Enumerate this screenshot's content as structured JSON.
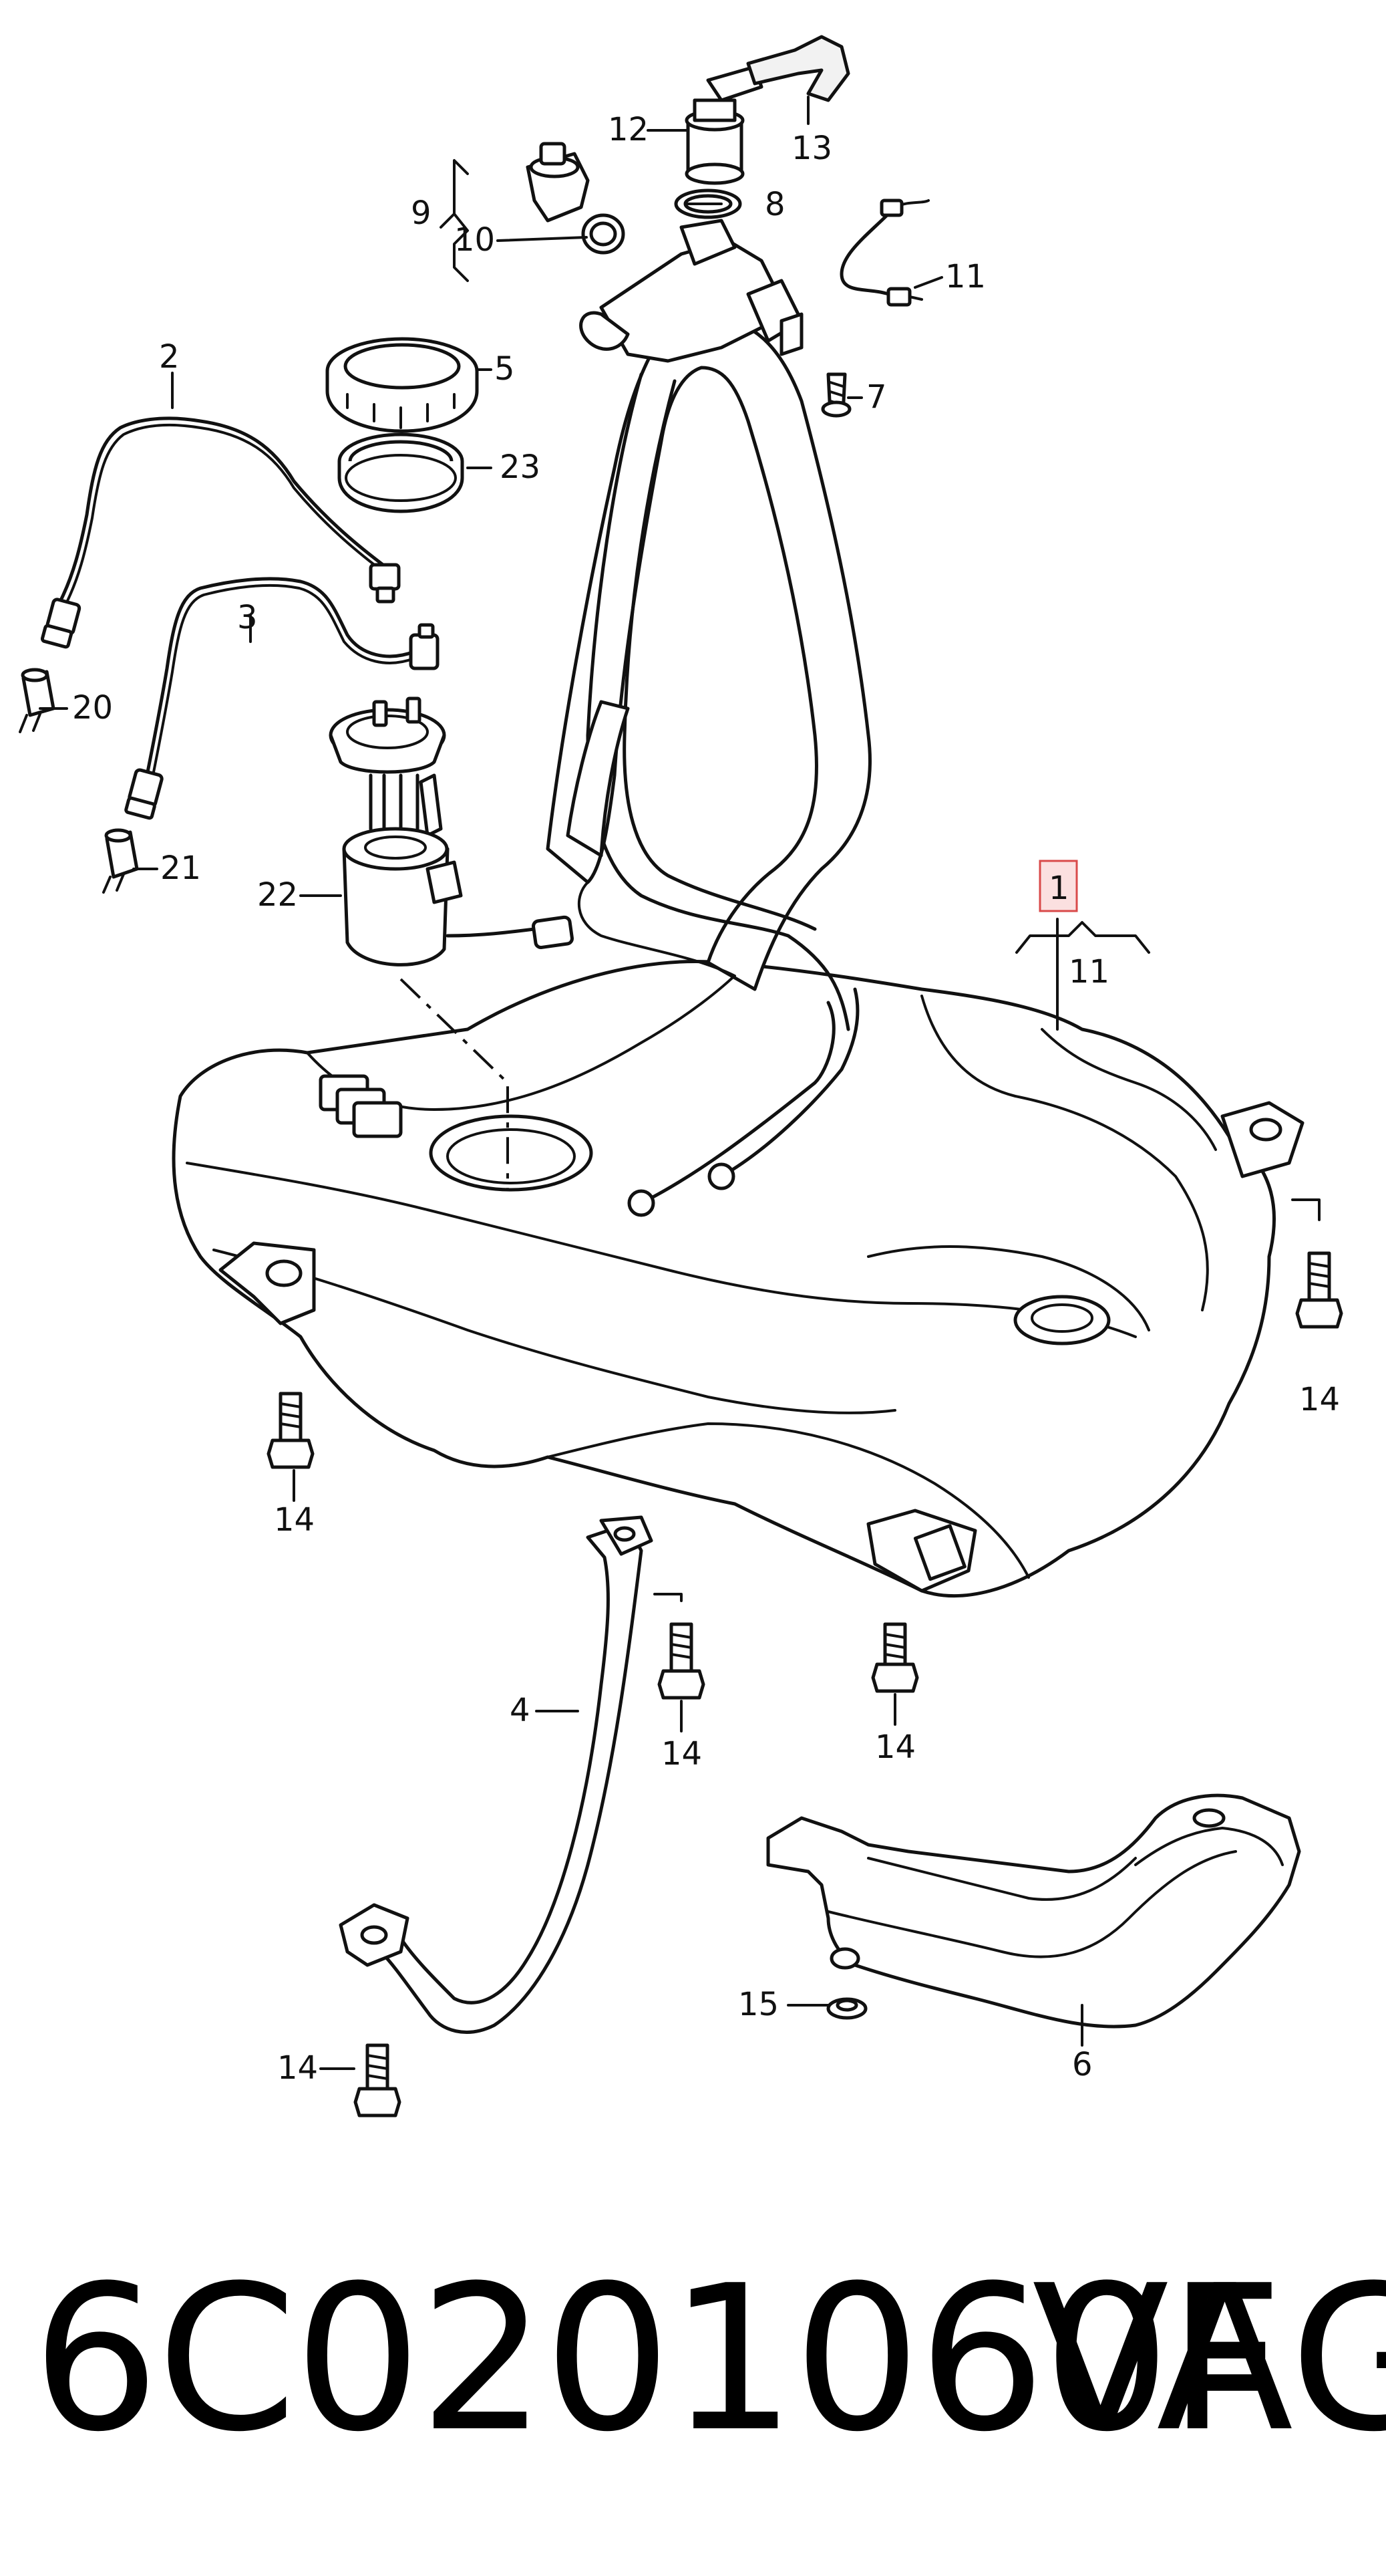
{
  "diagram": {
    "callouts": {
      "c1": "1",
      "c11_tank": "11",
      "c2": "2",
      "c3": "3",
      "c4": "4",
      "c5": "5",
      "c6": "6",
      "c7": "7",
      "c8": "8",
      "c9": "9",
      "c10": "10",
      "c11_sensor": "11",
      "c12": "12",
      "c13": "13",
      "c14_a": "14",
      "c14_b": "14",
      "c14_c": "14",
      "c14_d": "14",
      "c14_e": "14",
      "c15": "15",
      "c20": "20",
      "c21": "21",
      "c22": "22",
      "c23": "23"
    },
    "highlight_color": "#d94a4a"
  },
  "footer": {
    "part_number": "6C0201060F",
    "brand": "VAG"
  }
}
